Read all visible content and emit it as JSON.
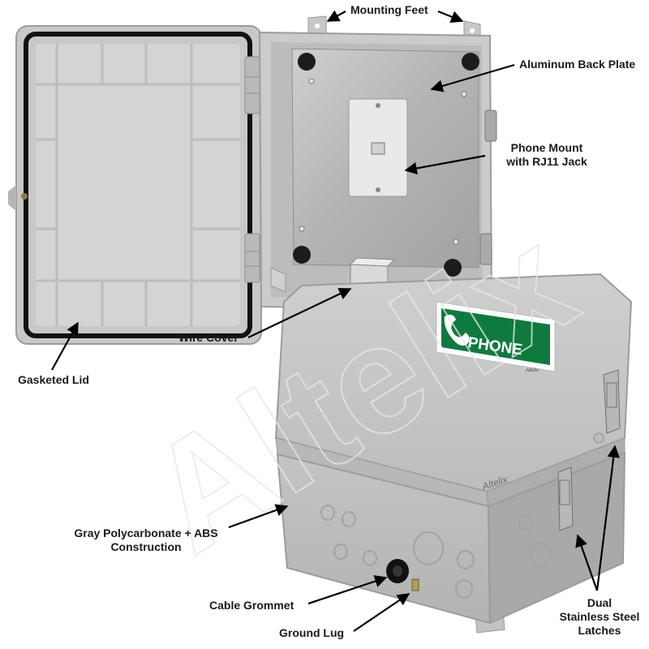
{
  "image": {
    "watermark_text": "Altelix",
    "brand_logo_text": "Altelix",
    "sticker": {
      "text": "PHONE",
      "small_text": "Altelix",
      "color": "#0e7a3e"
    }
  },
  "callouts": {
    "mounting_feet": "Mounting Feet",
    "aluminum_back_plate": "Aluminum Back Plate",
    "phone_mount_line1": "Phone Mount",
    "phone_mount_line2": "with RJ11 Jack",
    "wire_cover": "Wire Cover",
    "gasketed_lid": "Gasketed Lid",
    "construction_line1": "Gray Polycarbonate + ABS",
    "construction_line2": "Construction",
    "cable_grommet": "Cable Grommet",
    "ground_lug": "Ground Lug",
    "latches_line1": "Dual",
    "latches_line2": "Stainless Steel",
    "latches_line3": "Latches"
  },
  "colors": {
    "enclosure_gray": "#c9c9c7",
    "enclosure_shadow": "#a9a9a7",
    "back_plate": "#b4b4b4",
    "gasket": "#111111",
    "sticker_green": "#0e7a3e",
    "arrow": "#000000"
  }
}
